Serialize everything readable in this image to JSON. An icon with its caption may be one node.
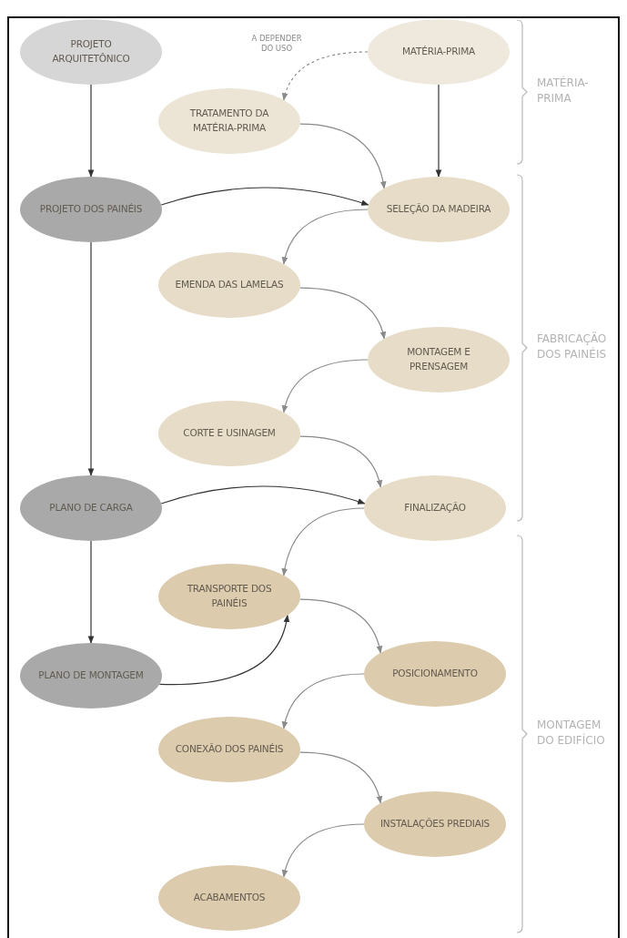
{
  "diagram": {
    "nodes": [
      {
        "text": [
          "PROJETO ARQUITETÔNICO"
        ]
      },
      {
        "text": [
          "MATÉRIA-PRIMA"
        ]
      },
      {
        "text": [
          "TRATAMENTO DA MATÉRIA-PRIMA"
        ]
      },
      {
        "text": [
          "PROJETO DOS PAINÉIS"
        ]
      },
      {
        "text": [
          "SELEÇÃO DA MADEIRA"
        ]
      },
      {
        "text": [
          "EMENDA DAS LAMELAS"
        ]
      },
      {
        "text": [
          "MONTAGEM E PRENSAGEM"
        ]
      },
      {
        "text": [
          "CORTE E USINAGEM"
        ]
      },
      {
        "text": [
          "PLANO DE CARGA"
        ]
      },
      {
        "text": [
          "FINALIZAÇÃO"
        ]
      },
      {
        "text": [
          "TRANSPORTE DOS PAINÉIS"
        ]
      },
      {
        "text": [
          "PLANO DE MONTAGEM"
        ]
      },
      {
        "text": [
          "POSICIONAMENTO"
        ]
      },
      {
        "text": [
          "CONEXÃO DOS PAINÉIS"
        ]
      },
      {
        "text": [
          "INSTALAÇÕES PREDIAIS"
        ]
      },
      {
        "text": [
          "ACABAMENTOS"
        ]
      }
    ],
    "edges": [
      {
        "from": 0,
        "to": 3,
        "arrow": "to",
        "color": "#333333"
      },
      {
        "from": 3,
        "to": 8,
        "arrow": "to",
        "color": "#333333"
      },
      {
        "from": 8,
        "to": 11,
        "arrow": "to",
        "color": "#333333"
      },
      {
        "from": 1,
        "to": 4,
        "arrow": "to",
        "color": "#333333"
      },
      {
        "from": 1,
        "to": 2,
        "arrow": "to",
        "label": "A DEPENDER DO USO",
        "style": "dashed"
      },
      {
        "from": 2,
        "to": 4,
        "arrow": "to"
      },
      {
        "from": 3,
        "to": 4,
        "arrow": "to",
        "color": "#333333"
      },
      {
        "from": 4,
        "to": 5,
        "arrow": "to"
      },
      {
        "from": 5,
        "to": 6,
        "arrow": "to"
      },
      {
        "from": 6,
        "to": 7,
        "arrow": "to"
      },
      {
        "from": 7,
        "to": 9,
        "arrow": "to"
      },
      {
        "from": 8,
        "to": 9,
        "arrow": "to",
        "color": "#333333"
      },
      {
        "from": 9,
        "to": 10,
        "arrow": "to"
      },
      {
        "from": 11,
        "to": 10,
        "arrow": "to",
        "color": "#333333"
      },
      {
        "from": 10,
        "to": 12,
        "arrow": "to"
      },
      {
        "from": 12,
        "to": 13,
        "arrow": "to"
      },
      {
        "from": 13,
        "to": 14,
        "arrow": "to"
      },
      {
        "from": 14,
        "to": 15,
        "arrow": "to"
      }
    ],
    "labels": [
      "MATÉRIA-PRIMA",
      "FABRICAÇÃO DOS PAINÉIS",
      "MONTAGEM DO EDIFÍCIO"
    ]
  }
}
